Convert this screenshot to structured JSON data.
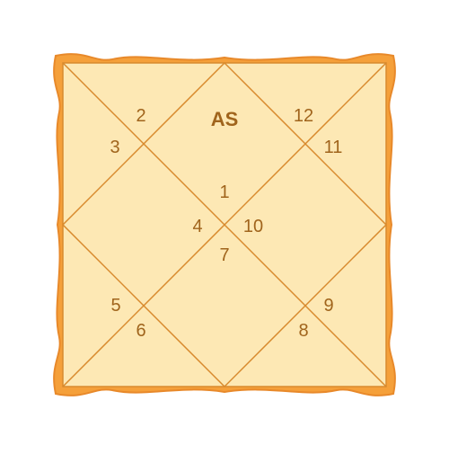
{
  "colors": {
    "frame": "#f5a03a",
    "frame_edge": "#e8892a",
    "fill": "#fde8b4",
    "lines": "#d88a2e",
    "text": "#a0641c"
  },
  "ascendant_label": "AS",
  "houses": [
    {
      "house": "1",
      "label": "1"
    },
    {
      "house": "2",
      "label": "2"
    },
    {
      "house": "3",
      "label": "3"
    },
    {
      "house": "4",
      "label": "4"
    },
    {
      "house": "5",
      "label": "5"
    },
    {
      "house": "6",
      "label": "6"
    },
    {
      "house": "7",
      "label": "7"
    },
    {
      "house": "8",
      "label": "8"
    },
    {
      "house": "9",
      "label": "9"
    },
    {
      "house": "10",
      "label": "10"
    },
    {
      "house": "11",
      "label": "11"
    },
    {
      "house": "12",
      "label": "12"
    }
  ]
}
